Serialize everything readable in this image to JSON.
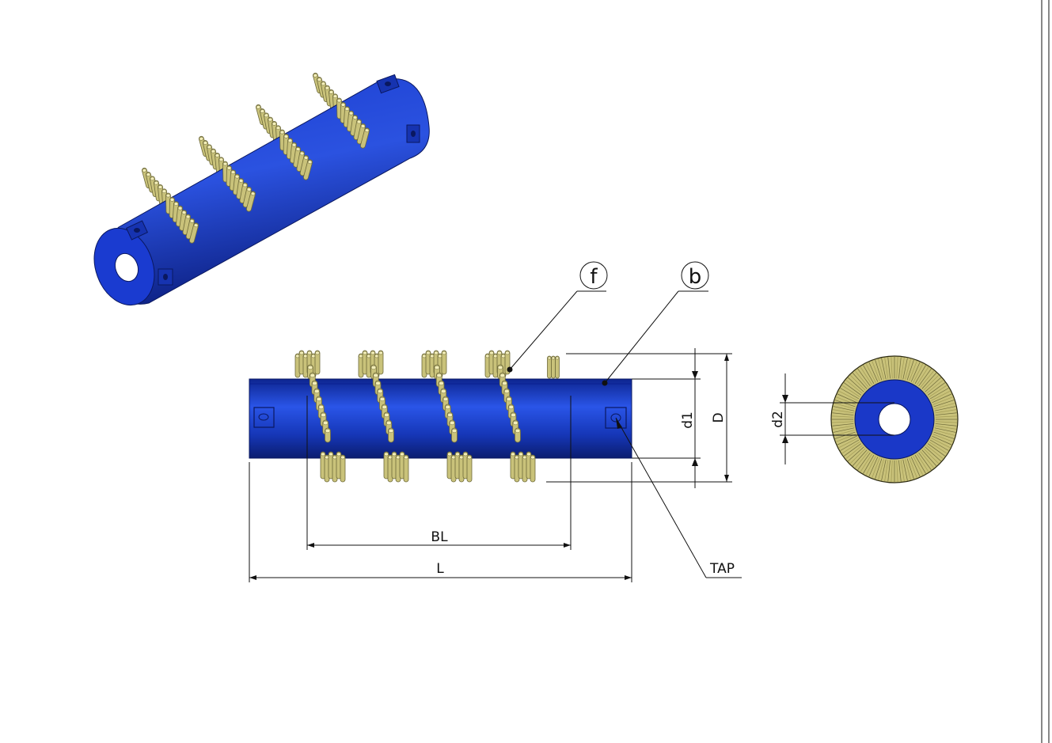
{
  "callouts": {
    "f": "f",
    "b": "b"
  },
  "dimensions": {
    "d1": "d1",
    "D": "D",
    "d2": "d2",
    "BL": "BL",
    "L": "L",
    "TAP": "TAP"
  },
  "colors": {
    "core": "#1c3fbf",
    "core_dark": "#0c1f7a",
    "bristle": "#c9c27a",
    "bristle_dark": "#6e6a3a",
    "line": "#111111"
  }
}
